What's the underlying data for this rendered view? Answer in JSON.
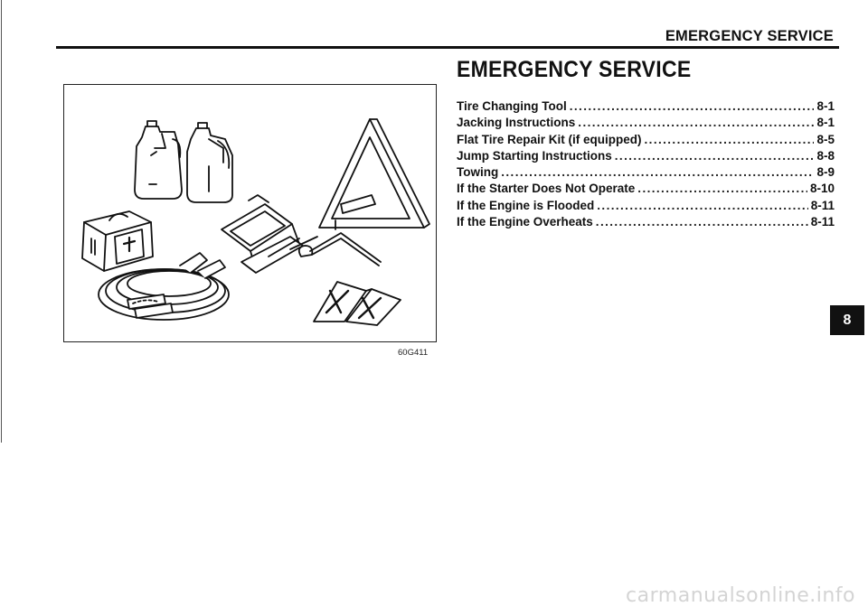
{
  "header": {
    "running_title": "EMERGENCY SERVICE"
  },
  "section": {
    "title": "EMERGENCY SERVICE",
    "toc": [
      {
        "label": "Tire Changing Tool",
        "page": "8-1"
      },
      {
        "label": "Jacking Instructions",
        "page": "8-1"
      },
      {
        "label": "Flat Tire Repair Kit (if equipped)",
        "page": "8-5"
      },
      {
        "label": "Jump Starting Instructions",
        "page": "8-8"
      },
      {
        "label": "Towing",
        "page": "8-9"
      },
      {
        "label": "If the Starter Does Not Operate",
        "page": "8-10"
      },
      {
        "label": "If the Engine is Flooded",
        "page": "8-11"
      },
      {
        "label": "If the Engine Overheats",
        "page": "8-11"
      }
    ]
  },
  "figure": {
    "code": "60G411"
  },
  "chapter_tab": {
    "number": "8"
  },
  "footer": {
    "watermark": "carmanualsonline.info"
  },
  "colors": {
    "ink": "#111111",
    "watermark": "#d4d4d4"
  }
}
